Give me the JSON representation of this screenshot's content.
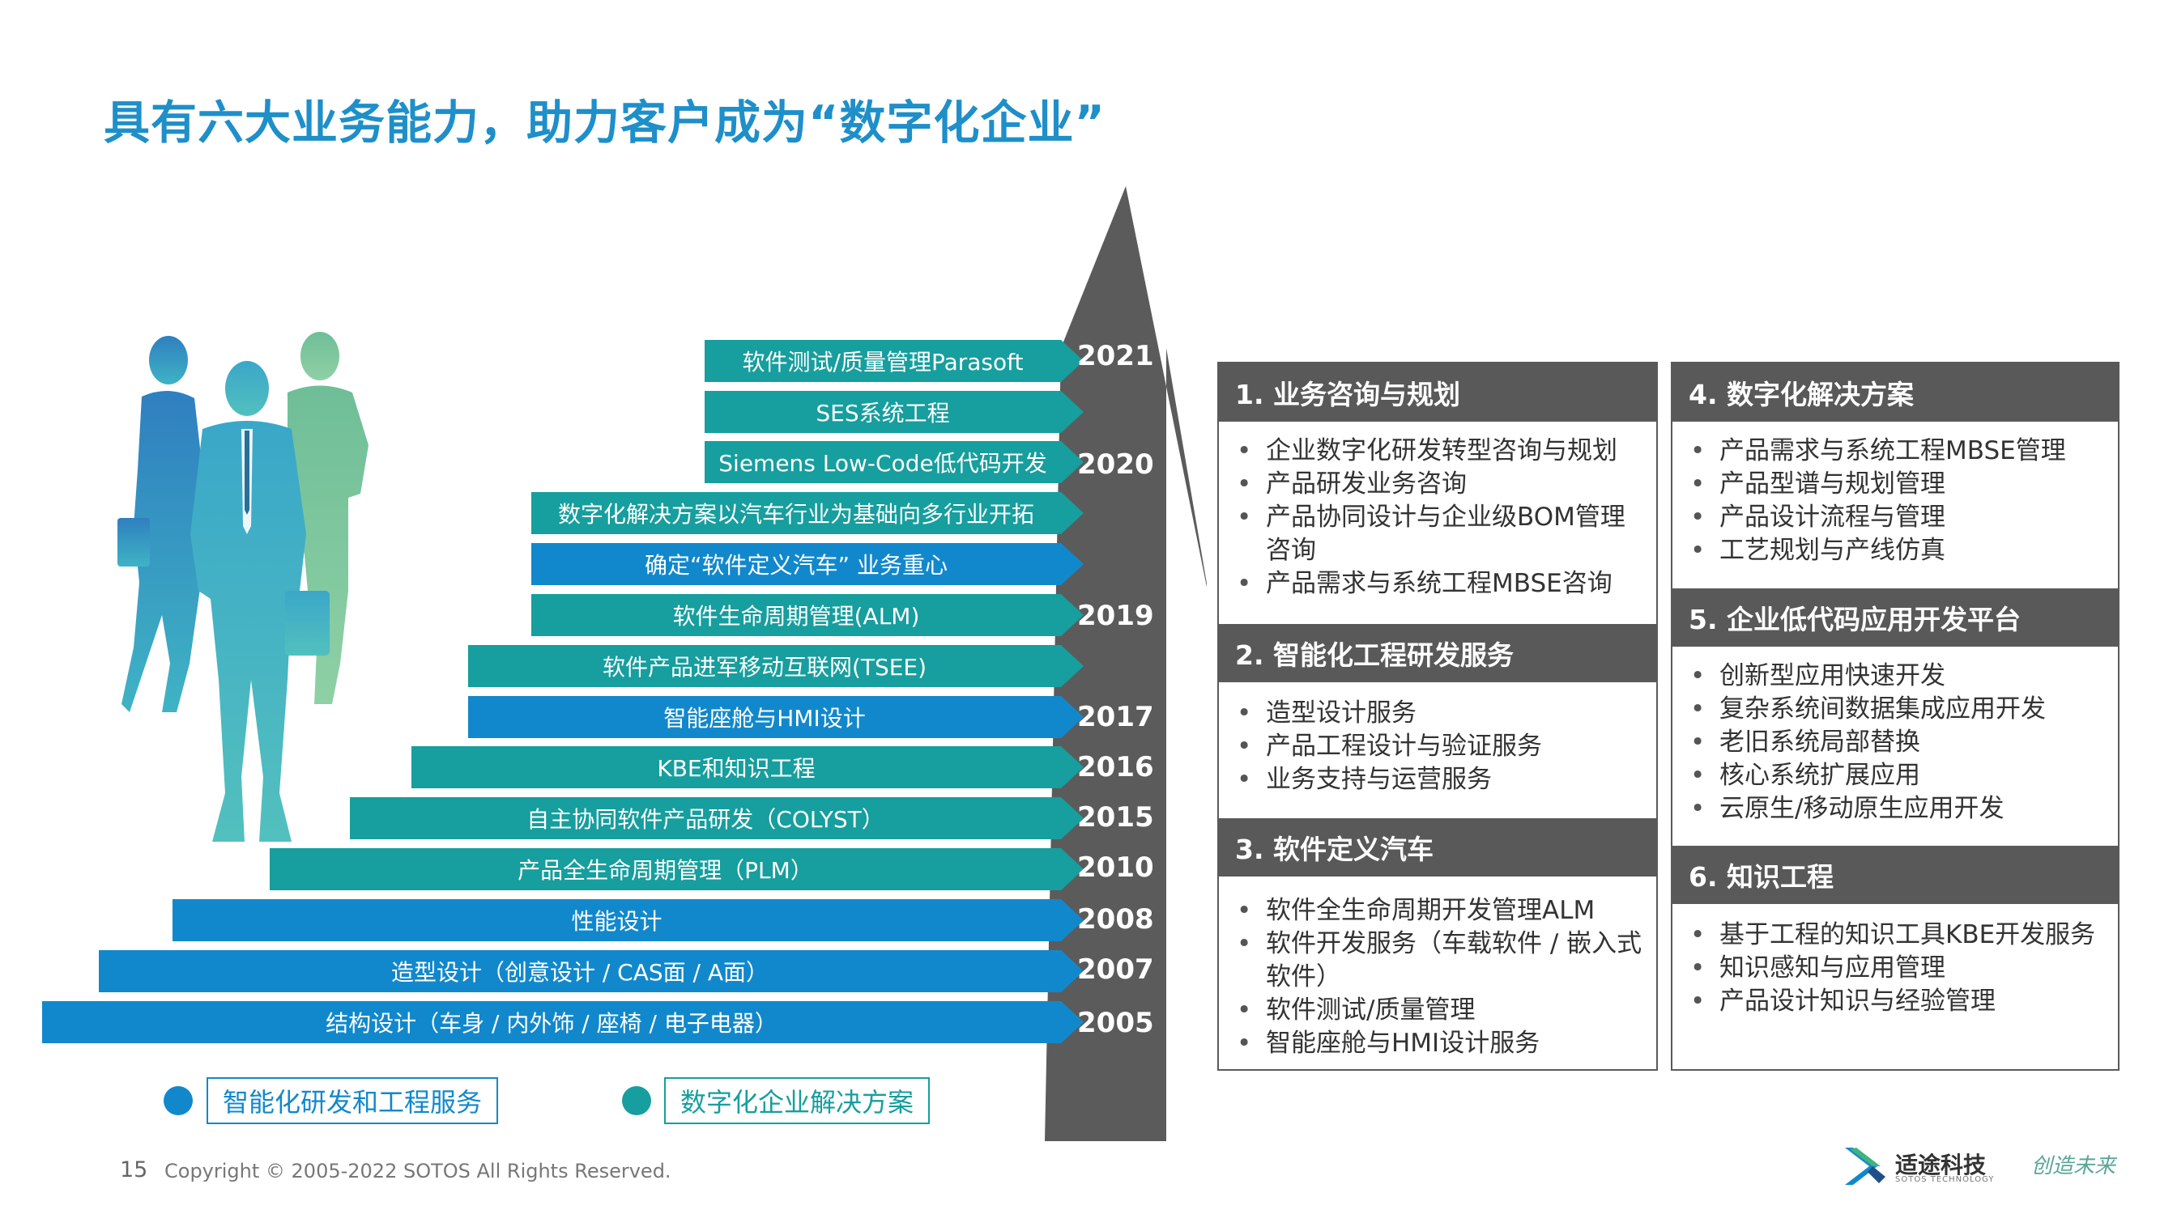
{
  "title": "具有六大业务能力，助力客户成为“数字化企业”",
  "timeline": {
    "bars": [
      {
        "label": "软件测试/质量管理Parasoft",
        "color": "teal"
      },
      {
        "label": "SES系统工程",
        "color": "teal"
      },
      {
        "label": "Siemens Low-Code低代码开发",
        "color": "teal"
      },
      {
        "label": "数字化解决方案以汽车行业为基础向多行业开拓",
        "color": "teal"
      },
      {
        "label": "确定“软件定义汽车” 业务重心",
        "color": "blue"
      },
      {
        "label": "软件生命周期管理(ALM)",
        "color": "teal"
      },
      {
        "label": "软件产品进军移动互联网(TSEE)",
        "color": "teal"
      },
      {
        "label": "智能座舱与HMI设计",
        "color": "blue"
      },
      {
        "label": "KBE和知识工程",
        "color": "teal"
      },
      {
        "label": "自主协同软件产品研发（COLYST）",
        "color": "teal"
      },
      {
        "label": "产品全生命周期管理（PLM）",
        "color": "teal"
      },
      {
        "label": "性能设计",
        "color": "blue"
      },
      {
        "label": "造型设计（创意设计 / CAS面 / A面）",
        "color": "blue"
      },
      {
        "label": "结构设计（车身 / 内外饰 / 座椅 / 电子电器）",
        "color": "blue"
      }
    ],
    "years": [
      "2021",
      "2020",
      "2019",
      "2017",
      "2016",
      "2015",
      "2010",
      "2008",
      "2007",
      "2005"
    ]
  },
  "legend": {
    "blue_label": "智能化研发和工程服务",
    "teal_label": "数字化企业解决方案",
    "blue_color": "#1288cc",
    "teal_color": "#179e9e"
  },
  "panels": [
    {
      "title": "1. 业务咨询与规划",
      "items": [
        "企业数字化研发转型咨询与规划",
        "产品研发业务咨询",
        "产品协同设计与企业级BOM管理咨询",
        "产品需求与系统工程MBSE咨询"
      ]
    },
    {
      "title": "2. 智能化工程研发服务",
      "items": [
        "造型设计服务",
        "产品工程设计与验证服务",
        "业务支持与运营服务"
      ]
    },
    {
      "title": "3. 软件定义汽车",
      "items": [
        "软件全生命周期开发管理ALM",
        "软件开发服务（车载软件 / 嵌入式软件）",
        "软件测试/质量管理",
        "智能座舱与HMI设计服务"
      ]
    },
    {
      "title": "4. 数字化解决方案",
      "items": [
        "产品需求与系统工程MBSE管理",
        "产品型谱与规划管理",
        "产品设计流程与管理",
        "工艺规划与产线仿真"
      ]
    },
    {
      "title": "5. 企业低代码应用开发平台",
      "items": [
        "创新型应用快速开发",
        "复杂系统间数据集成应用开发",
        "老旧系统局部替换",
        "核心系统扩展应用",
        "云原生/移动原生应用开发"
      ]
    },
    {
      "title": "6. 知识工程",
      "items": [
        "基于工程的知识工具KBE开发服务",
        "知识感知与应用管理",
        "产品设计知识与经验管理"
      ]
    }
  ],
  "footer": {
    "page_number": "15",
    "copyright": "Copyright © 2005-2022 SOTOS All Rights Reserved.",
    "logo_name": "适途科技",
    "logo_sub": "SOTOS TECHNOLOGY",
    "signature": "创造未来"
  }
}
